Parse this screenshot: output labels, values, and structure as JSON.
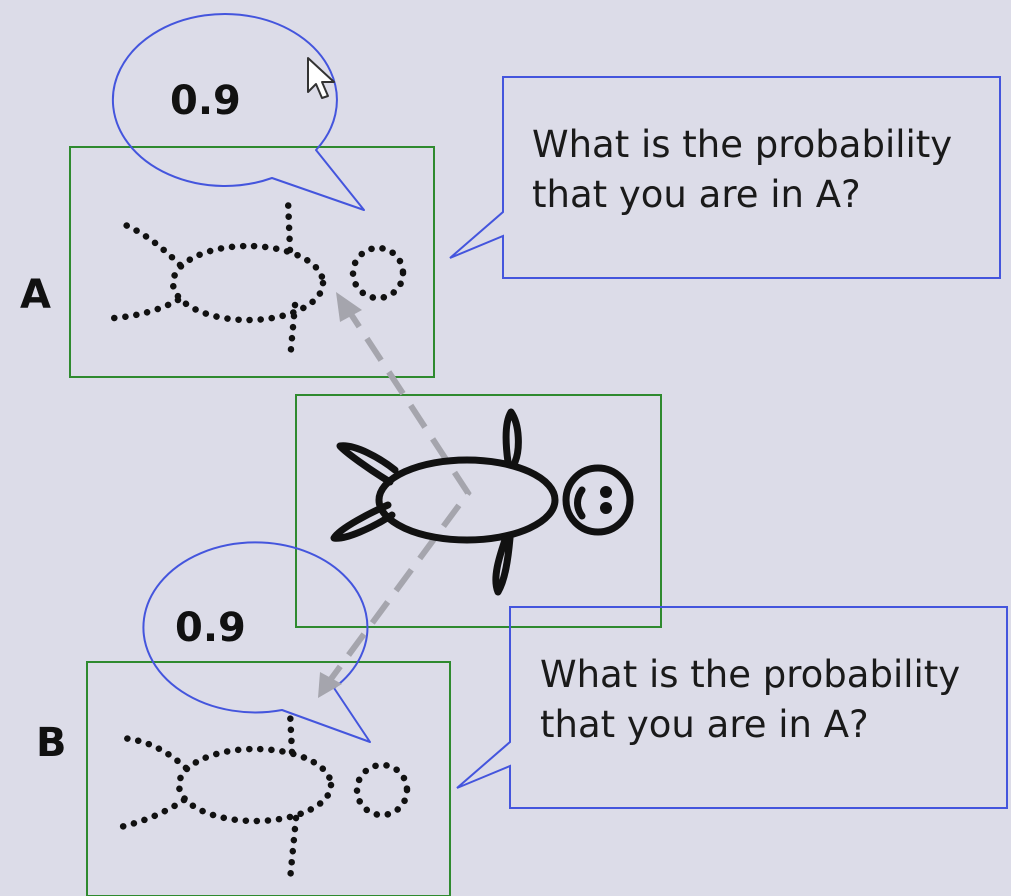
{
  "scene_a": {
    "label": "A",
    "belief": "0.9",
    "question": [
      "What is the probability",
      "that you are in A?"
    ]
  },
  "scene_b": {
    "label": "B",
    "belief": "0.9",
    "question": [
      "What is the probability",
      "that you are in A?"
    ]
  },
  "colors": {
    "background": "#dcdce8",
    "frame": "#2f8a2f",
    "bubble": "#4455dd",
    "arrow": "#a5a5ad",
    "figure": "#111111"
  },
  "icons": [
    "dotted-figure-icon",
    "stick-figure-icon",
    "mouse-cursor-icon"
  ]
}
